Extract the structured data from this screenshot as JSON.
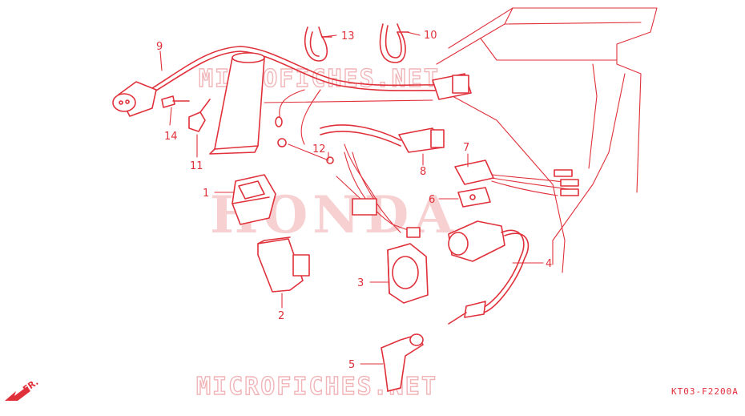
{
  "watermarks": {
    "brand": "HONDA",
    "site_top": "MICROFICHES.NET",
    "site_bottom": "MICROFICHES.NET"
  },
  "diagram_code": "KT03-F2200A",
  "direction_label": "FR.",
  "callouts": [
    {
      "id": "1",
      "label": "1"
    },
    {
      "id": "2",
      "label": "2"
    },
    {
      "id": "3",
      "label": "3"
    },
    {
      "id": "4",
      "label": "4"
    },
    {
      "id": "5",
      "label": "5"
    },
    {
      "id": "6",
      "label": "6"
    },
    {
      "id": "7",
      "label": "7"
    },
    {
      "id": "8",
      "label": "8"
    },
    {
      "id": "9",
      "label": "9"
    },
    {
      "id": "10",
      "label": "10"
    },
    {
      "id": "11",
      "label": "11"
    },
    {
      "id": "12",
      "label": "12"
    },
    {
      "id": "13",
      "label": "13"
    },
    {
      "id": "14",
      "label": "14"
    }
  ],
  "colors": {
    "line": "#e0303a",
    "watermark": "#f1b5b8",
    "background": "#ffffff"
  }
}
